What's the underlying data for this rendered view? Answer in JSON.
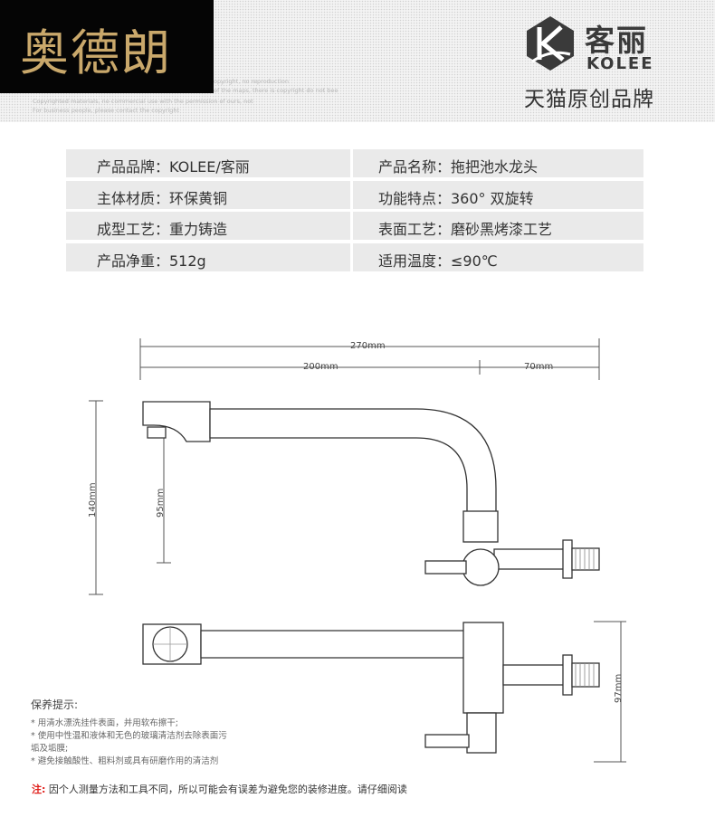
{
  "header": {
    "brand_name": "奥德朗",
    "faint_line_1": "opyright, no reproduction",
    "faint_line_2": "of the maps, there is copyright do not bee",
    "faint_line_3": "Copyrighted materials, no commercial use with the permission of ours, not",
    "faint_line_4": "For business people, please contact the copyright",
    "logo_cn": "客丽",
    "logo_en": "KOLEE",
    "tagline": "天猫原创品牌",
    "colors": {
      "brand_bg": "#050505",
      "brand_text": "#c9a86b"
    }
  },
  "specs": [
    {
      "left": "产品品牌：KOLEE/客丽",
      "right": "产品名称：拖把池水龙头"
    },
    {
      "left": "主体材质：环保黄铜",
      "right": "功能特点：360°  双旋转"
    },
    {
      "left": "成型工艺：重力铸造",
      "right": "表面工艺：磨砂黑烤漆工艺"
    },
    {
      "left": "产品净重：512g",
      "right": "适用温度：≤90℃"
    }
  ],
  "drawing": {
    "dims": {
      "total": "270mm",
      "spout": "200mm",
      "base": "70mm",
      "height": "140mm",
      "drop": "95mm",
      "depth": "97mm"
    }
  },
  "care": {
    "title": "保养提示:",
    "items": [
      "* 用清水漂洗挂件表面，并用软布擦干;",
      "* 使用中性温和液体和无色的玻璃清洁剂去除表面污",
      "   垢及垢膜;",
      "* 避免接触酸性、粗料剂或具有研磨作用的清洁剂"
    ]
  },
  "note": {
    "label": "注:",
    "text": "因个人测量方法和工具不同，所以可能会有误差为避免您的装修进度。请仔细阅读"
  }
}
